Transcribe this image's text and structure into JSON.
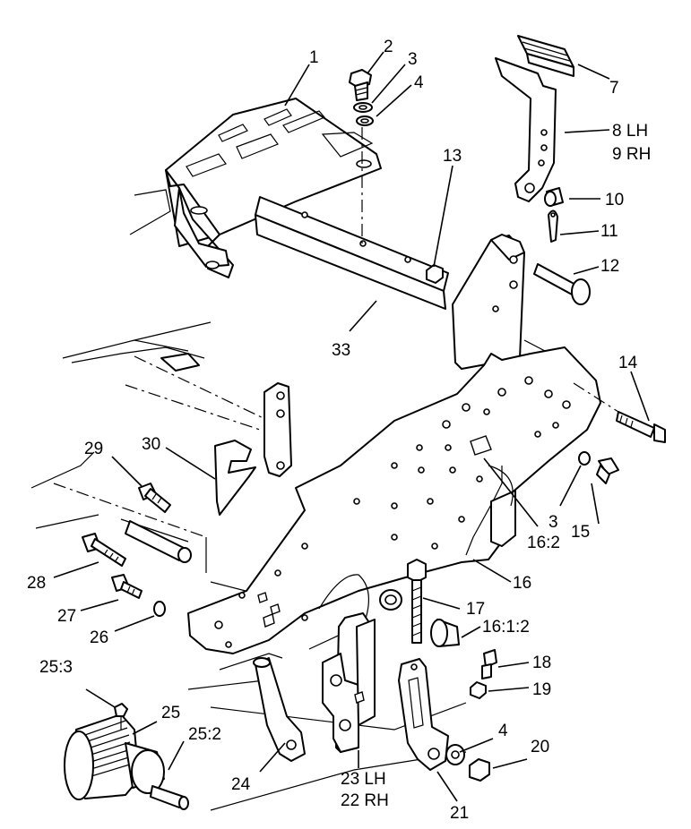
{
  "callouts": [
    {
      "id": "c1",
      "text": "1"
    },
    {
      "id": "c2",
      "text": "2"
    },
    {
      "id": "c3a",
      "text": "3"
    },
    {
      "id": "c4a",
      "text": "4"
    },
    {
      "id": "c7",
      "text": "7"
    },
    {
      "id": "c8",
      "text": "8 LH"
    },
    {
      "id": "c9",
      "text": "9 RH"
    },
    {
      "id": "c10",
      "text": "10"
    },
    {
      "id": "c11",
      "text": "11"
    },
    {
      "id": "c12",
      "text": "12"
    },
    {
      "id": "c13",
      "text": "13"
    },
    {
      "id": "c33",
      "text": "33"
    },
    {
      "id": "c14",
      "text": "14"
    },
    {
      "id": "c29",
      "text": "29"
    },
    {
      "id": "c30",
      "text": "30"
    },
    {
      "id": "c3b",
      "text": "3"
    },
    {
      "id": "c15",
      "text": "15"
    },
    {
      "id": "c16_2",
      "text": "16:2"
    },
    {
      "id": "c16",
      "text": "16"
    },
    {
      "id": "c28",
      "text": "28"
    },
    {
      "id": "c27",
      "text": "27"
    },
    {
      "id": "c26",
      "text": "26"
    },
    {
      "id": "c17",
      "text": "17"
    },
    {
      "id": "c16_1_2",
      "text": "16:1:2"
    },
    {
      "id": "c18",
      "text": "18"
    },
    {
      "id": "c19",
      "text": "19"
    },
    {
      "id": "c25_3",
      "text": "25:3"
    },
    {
      "id": "c25",
      "text": "25"
    },
    {
      "id": "c25_2",
      "text": "25:2"
    },
    {
      "id": "c4b",
      "text": "4"
    },
    {
      "id": "c20",
      "text": "20"
    },
    {
      "id": "c24",
      "text": "24"
    },
    {
      "id": "c23",
      "text": "23 LH"
    },
    {
      "id": "c22",
      "text": "22 RH"
    },
    {
      "id": "c21",
      "text": "21"
    }
  ]
}
